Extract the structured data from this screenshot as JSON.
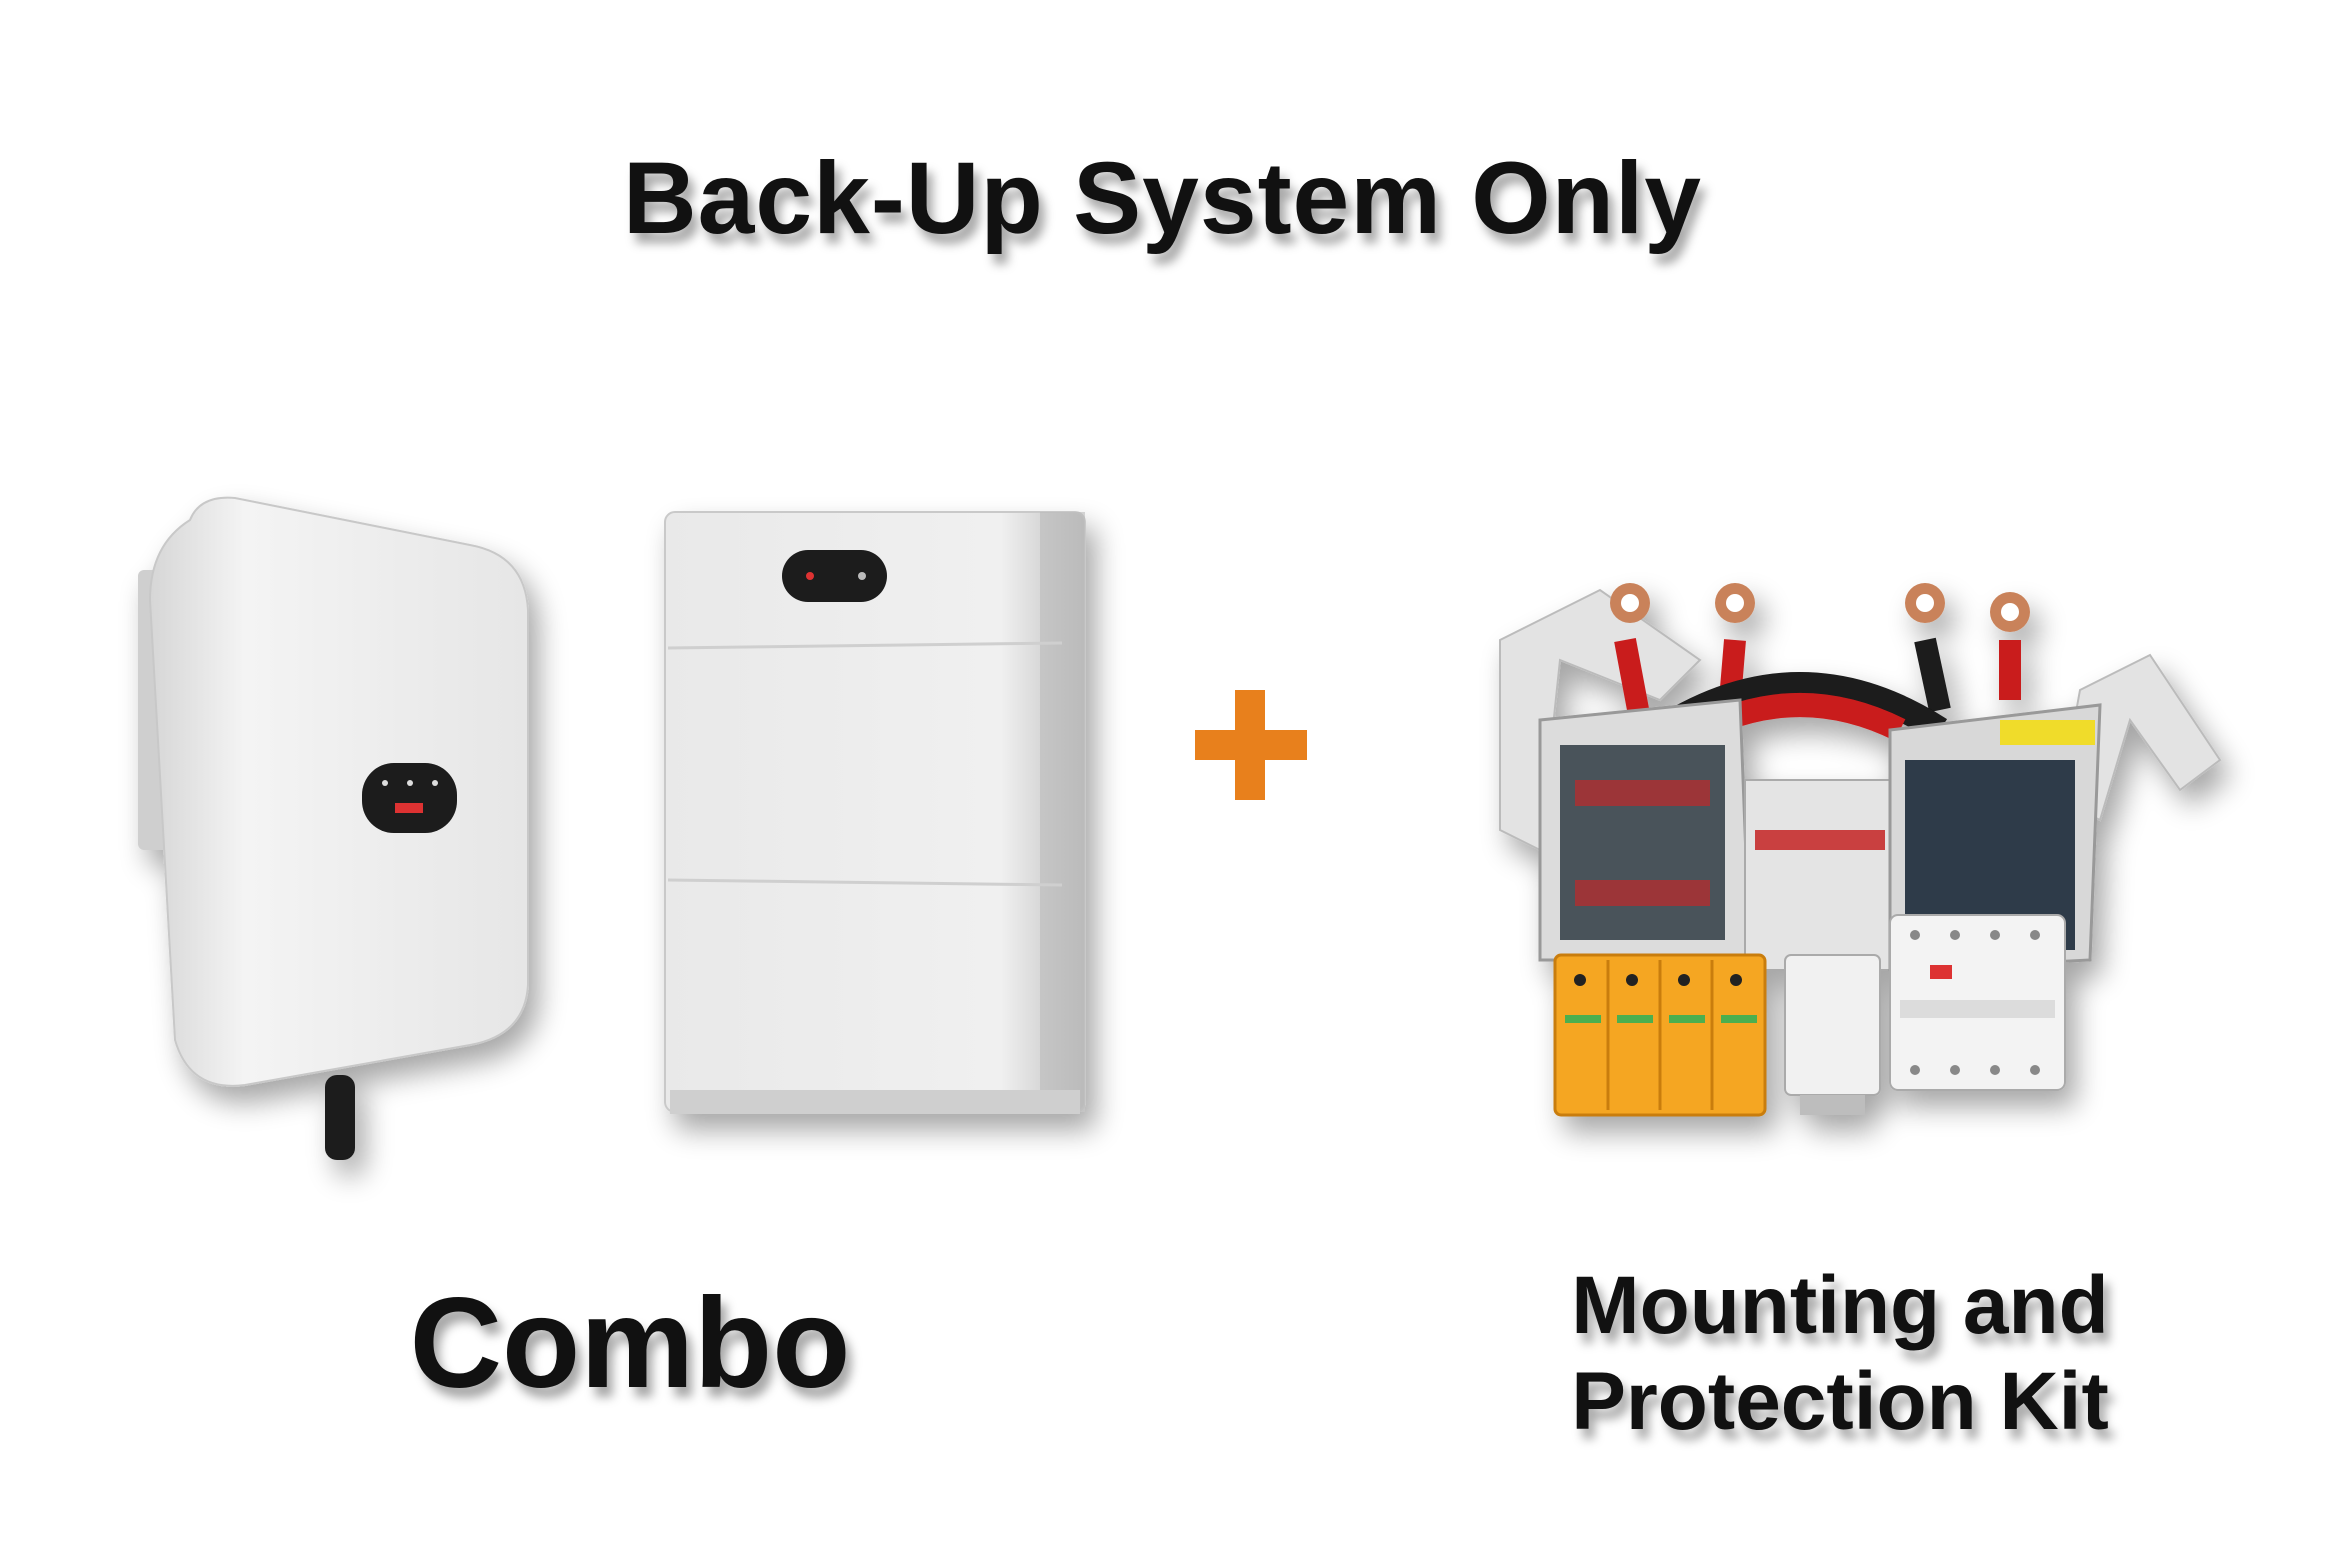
{
  "title": "Back-Up System Only",
  "combo_label": "Combo",
  "kit_label_line1": "Mounting and",
  "kit_label_line2": "Protection Kit",
  "plus_symbol": "+",
  "colors": {
    "accent_orange": "#E8801C",
    "cable_red": "#C91E1E",
    "surge_orange": "#F5A623",
    "device_white": "#ECECEC"
  }
}
